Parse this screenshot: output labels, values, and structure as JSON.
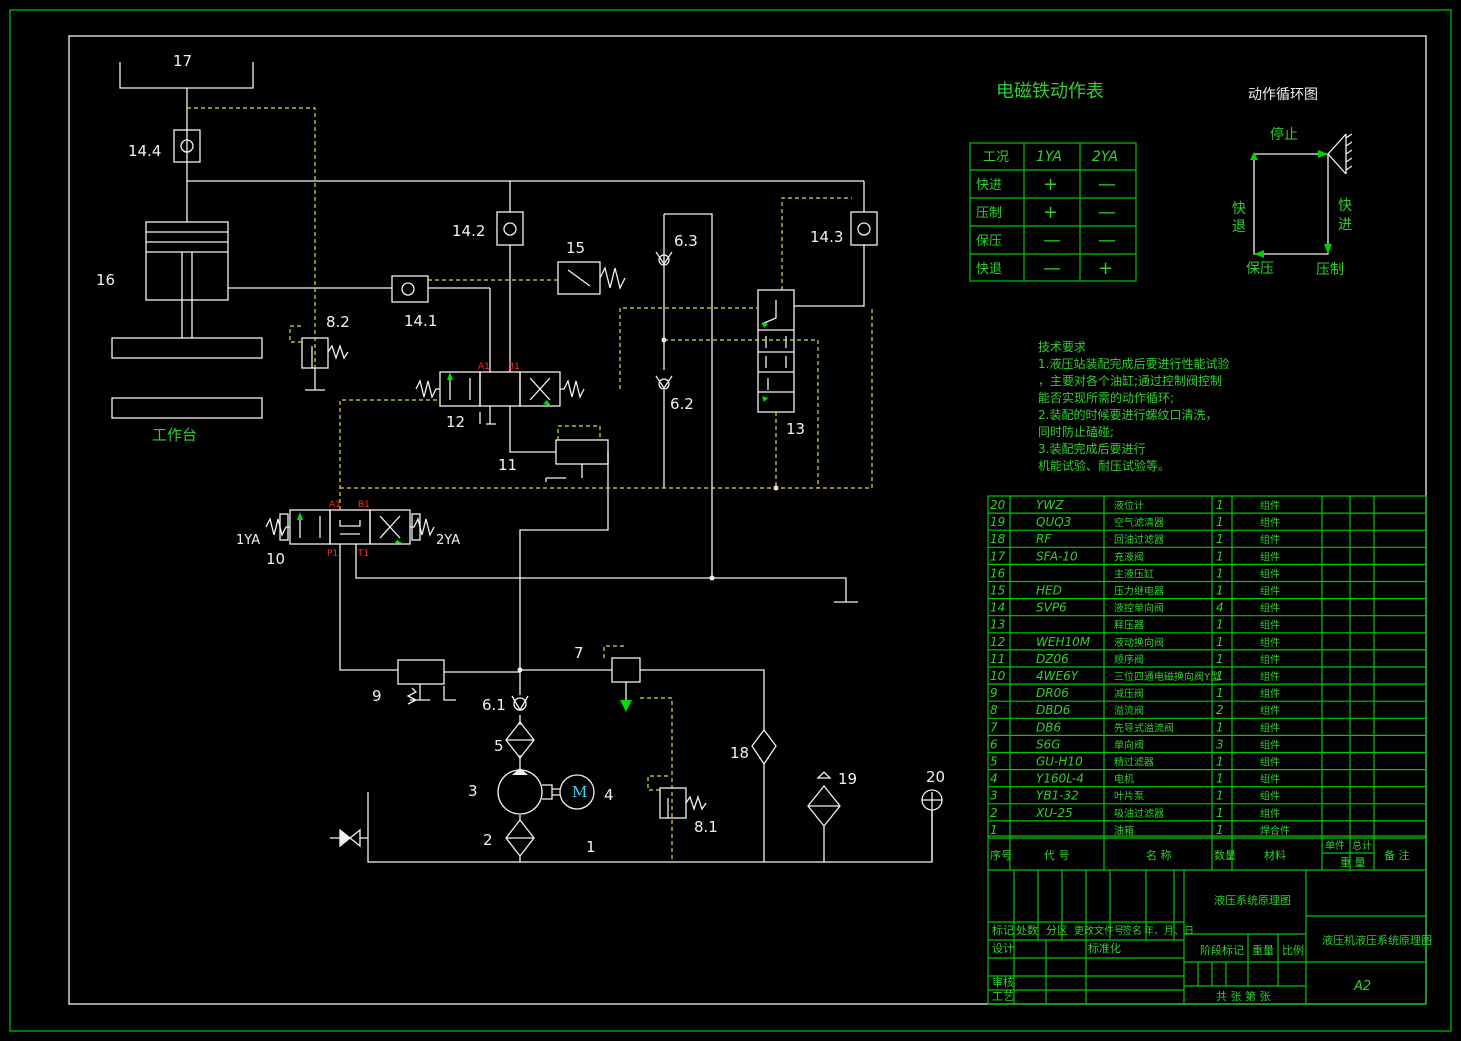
{
  "components": {
    "c17": "17",
    "c14_4": "14.4",
    "c16": "16",
    "worktable": "工作台",
    "c8_2": "8.2",
    "c14_1": "14.1",
    "c14_2": "14.2",
    "c15": "15",
    "c6_3": "6.3",
    "c6_2": "6.2",
    "c14_3": "14.3",
    "c13": "13",
    "c12": "12",
    "c11": "11",
    "c10": "10",
    "c1ya": "1YA",
    "c2ya": "2YA",
    "c9": "9",
    "c7": "7",
    "c6_1": "6.1",
    "c5": "5",
    "c3": "3",
    "c4": "4",
    "motor": "M",
    "c2": "2",
    "c1": "1",
    "c8_1": "8.1",
    "c18": "18",
    "c19": "19",
    "c20": "20"
  },
  "ports": {
    "a1": "A1",
    "b1": "B1",
    "p1": "P1",
    "t1": "T1"
  },
  "solenoid_table": {
    "title": "电磁铁动作表",
    "headers": [
      "工况",
      "1YA",
      "2YA"
    ],
    "rows": [
      [
        "快进",
        "+",
        "—"
      ],
      [
        "压制",
        "+",
        "—"
      ],
      [
        "保压",
        "—",
        "—"
      ],
      [
        "快退",
        "—",
        "+"
      ]
    ]
  },
  "cycle": {
    "title": "动作循环图",
    "stop": "停止",
    "retreat_1": "快",
    "retreat_2": "退",
    "advance_1": "快",
    "advance_2": "进",
    "hold": "保压",
    "press": "压制"
  },
  "tech": {
    "title": "技术要求",
    "lines": [
      "1.液压站装配完成后要进行性能试验",
      "，主要对各个油缸;通过控制阀控制",
      "能否实现所需的动作循环;",
      "2.装配的时候要进行螺纹口清洗，",
      "同时防止磕碰;",
      "3.装配完成后要进行",
      "机能试验、耐压试验等。"
    ]
  },
  "bom": {
    "rows": [
      {
        "no": "20",
        "code": "YWZ",
        "name": "液位计",
        "qty": "1",
        "mat": "组件"
      },
      {
        "no": "19",
        "code": "QUQ3",
        "name": "空气滤清器",
        "qty": "1",
        "mat": "组件"
      },
      {
        "no": "18",
        "code": "RF",
        "name": "回油过滤器",
        "qty": "1",
        "mat": "组件"
      },
      {
        "no": "17",
        "code": "SFA-10",
        "name": "充液阀",
        "qty": "1",
        "mat": "组件"
      },
      {
        "no": "16",
        "code": "",
        "name": "主液压缸",
        "qty": "1",
        "mat": "组件"
      },
      {
        "no": "15",
        "code": "HED",
        "name": "压力继电器",
        "qty": "1",
        "mat": "组件"
      },
      {
        "no": "14",
        "code": "SVP6",
        "name": "液控单向阀",
        "qty": "4",
        "mat": "组件"
      },
      {
        "no": "13",
        "code": "",
        "name": "释压器",
        "qty": "1",
        "mat": "组件"
      },
      {
        "no": "12",
        "code": "WEH10M",
        "name": "液动换向阀",
        "qty": "1",
        "mat": "组件"
      },
      {
        "no": "11",
        "code": "DZ06",
        "name": "顺序阀",
        "qty": "1",
        "mat": "组件"
      },
      {
        "no": "10",
        "code": "4WE6Y",
        "name": "三位四通电磁换向阀Y型",
        "qty": "1",
        "mat": "组件"
      },
      {
        "no": "9",
        "code": "DR06",
        "name": "减压阀",
        "qty": "1",
        "mat": "组件"
      },
      {
        "no": "8",
        "code": "DBD6",
        "name": "溢流阀",
        "qty": "2",
        "mat": "组件"
      },
      {
        "no": "7",
        "code": "DB6",
        "name": "先导式溢流阀",
        "qty": "1",
        "mat": "组件"
      },
      {
        "no": "6",
        "code": "S6G",
        "name": "单向阀",
        "qty": "3",
        "mat": "组件"
      },
      {
        "no": "5",
        "code": "GU-H10",
        "name": "精过滤器",
        "qty": "1",
        "mat": "组件"
      },
      {
        "no": "4",
        "code": "Y160L-4",
        "name": "电机",
        "qty": "1",
        "mat": "组件"
      },
      {
        "no": "3",
        "code": "YB1-32",
        "name": "叶片泵",
        "qty": "1",
        "mat": "组件"
      },
      {
        "no": "2",
        "code": "XU-25",
        "name": "吸油过滤器",
        "qty": "1",
        "mat": "组件"
      },
      {
        "no": "1",
        "code": "",
        "name": "油箱",
        "qty": "1",
        "mat": "焊合件"
      }
    ],
    "header": {
      "no": "序号",
      "code": "代 号",
      "name": "名 称",
      "qty": "数量",
      "mat": "材料",
      "unit": "单件",
      "total": "总计",
      "weight": "重 量",
      "remark": "备 注"
    }
  },
  "title_block": {
    "drawing_name": "液压系统原理图",
    "project": "液压机液压系统原理图",
    "size": "A2",
    "mark": "标记",
    "count": "处数",
    "zone": "分区",
    "docno": "更改文件号",
    "sign": "签名",
    "date": "年、月、日",
    "design": "设计",
    "standard": "标准化",
    "stage": "阶段标记",
    "weight": "重量",
    "scale": "比例",
    "review": "审核",
    "process": "工艺",
    "sheets": "共 张 第 张"
  }
}
